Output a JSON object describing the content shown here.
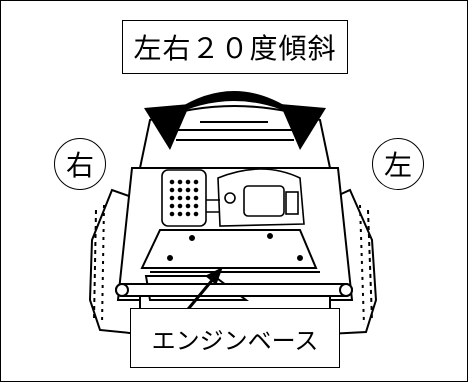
{
  "title": "左右２０度傾斜",
  "direction_right": "右",
  "direction_left": "左",
  "callout_label": "エンジンベース",
  "icons": [
    "tilt-arrow-icon",
    "engine-unit-icon"
  ]
}
